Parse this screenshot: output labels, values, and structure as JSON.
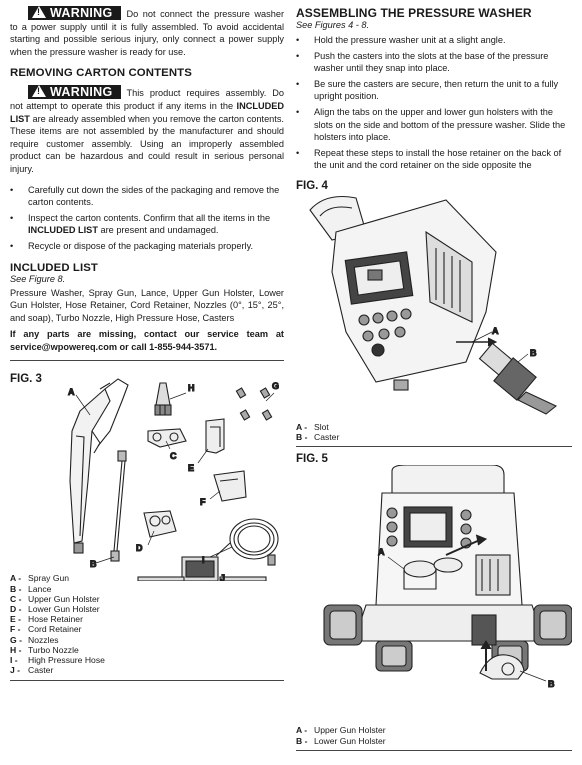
{
  "warning_badge": "WARNING",
  "left": {
    "warning1_text": "Do not connect the pressure washer to a power supply until it is fully assembled. To avoid accidental starting and possible serious injury, only connect a power supply when the pressure washer is ready for use.",
    "removing_heading": "REMOVING CARTON CONTENTS",
    "warning2_a": "This product requires assembly. Do not attempt to operate this product if any items in the ",
    "warning2_b": "INCLUDED LIST",
    "warning2_c": " are already assembled when you remove the carton contents. These items are not assembled by the manufacturer and should require customer assembly. Using an improperly assembled product can be hazardous and could result in serious personal injury.",
    "bullets": [
      {
        "a": "Carefully cut down the sides of the packaging and remove the carton contents.",
        "b": "",
        "c": ""
      },
      {
        "a": "Inspect the carton contents. Confirm that all the items in the ",
        "b": "INCLUDED LIST",
        "c": " are present and undamaged."
      },
      {
        "a": "Recycle or dispose of the packaging materials properly.",
        "b": "",
        "c": ""
      }
    ],
    "included_heading": "INCLUDED LIST",
    "included_ref": "See Figure 8.",
    "included_text": "Pressure Washer, Spray Gun, Lance, Upper Gun Holster, Lower Gun Holster, Hose Retainer, Cord Retainer, Nozzles (0°, 15°, 25°, and soap), Turbo Nozzle, High Pressure Hose, Casters",
    "missing_text": "If any parts are missing, contact our service team at service@wpowereq.com or call 1-855-944-3571.",
    "fig3_label": "FIG. 3",
    "fig3_callouts": [
      "A",
      "B",
      "C",
      "D",
      "E",
      "F",
      "G",
      "H",
      "I",
      "J"
    ],
    "fig3_legend": [
      {
        "k": "A",
        "v": "Spray Gun"
      },
      {
        "k": "B",
        "v": "Lance"
      },
      {
        "k": "C",
        "v": "Upper Gun Holster"
      },
      {
        "k": "D",
        "v": "Lower Gun Holster"
      },
      {
        "k": "E",
        "v": "Hose Retainer"
      },
      {
        "k": "F",
        "v": "Cord Retainer"
      },
      {
        "k": "G",
        "v": "Nozzles"
      },
      {
        "k": "H",
        "v": "Turbo Nozzle"
      },
      {
        "k": "I",
        "v": "High Pressure Hose"
      },
      {
        "k": "J",
        "v": "Caster"
      }
    ]
  },
  "right": {
    "assembling_heading": "ASSEMBLING THE PRESSURE WASHER",
    "assembling_ref": "See Figures 4 - 8.",
    "bullets": [
      "Hold the pressure washer unit at a slight angle.",
      "Push the casters into the slots at the base of the pressure washer until they snap into place.",
      "Be sure the casters are secure, then return the unit to a fully upright position.",
      "Align the tabs on the upper and lower gun holsters with the slots on the side and bottom of the pressure washer. Slide the holsters into place.",
      "Repeat these steps to install the hose retainer on the back of the unit and the cord retainer on the side opposite the"
    ],
    "fig4_label": "FIG. 4",
    "fig4_callouts": [
      "A",
      "B"
    ],
    "fig4_legend": [
      {
        "k": "A",
        "v": "Slot"
      },
      {
        "k": "B",
        "v": "Caster"
      }
    ],
    "fig5_label": "FIG. 5",
    "fig5_callouts": [
      "A",
      "B"
    ],
    "fig5_legend": [
      {
        "k": "A",
        "v": "Upper Gun Holster"
      },
      {
        "k": "B",
        "v": "Lower Gun Holster"
      }
    ]
  },
  "sep": "-"
}
